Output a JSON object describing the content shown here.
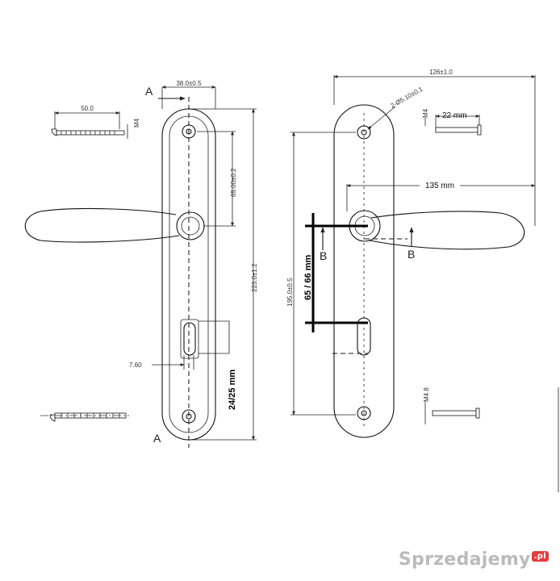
{
  "left_view": {
    "section_letter_top": "A",
    "section_letter_bottom": "A",
    "dim_width": "38.0±0.5",
    "dim_screw_spacing": "65.00±0.2",
    "dim_height": "223.0±1.2",
    "dim_keyhole": "7.60",
    "dim_spacing_bold": "24/25 mm",
    "screw_length": "50.0",
    "screw_thread": "M4"
  },
  "right_view": {
    "dim_total_width": "126±1.0",
    "dim_hole": "2-Ø5.10±0.1",
    "dim_screw_spacing": "195.0±0.5",
    "dim_lever": "135 mm",
    "dim_spacing_bold": "65 / 66 mm",
    "section_letter_left": "B",
    "section_letter_right": "B",
    "short_screw_top": "22 mm",
    "short_screw_top_thread": "M4",
    "short_screw_bottom_thread": "M4.8"
  },
  "watermark": {
    "brand": "Sprzedajemy",
    "tld": ".pl"
  }
}
